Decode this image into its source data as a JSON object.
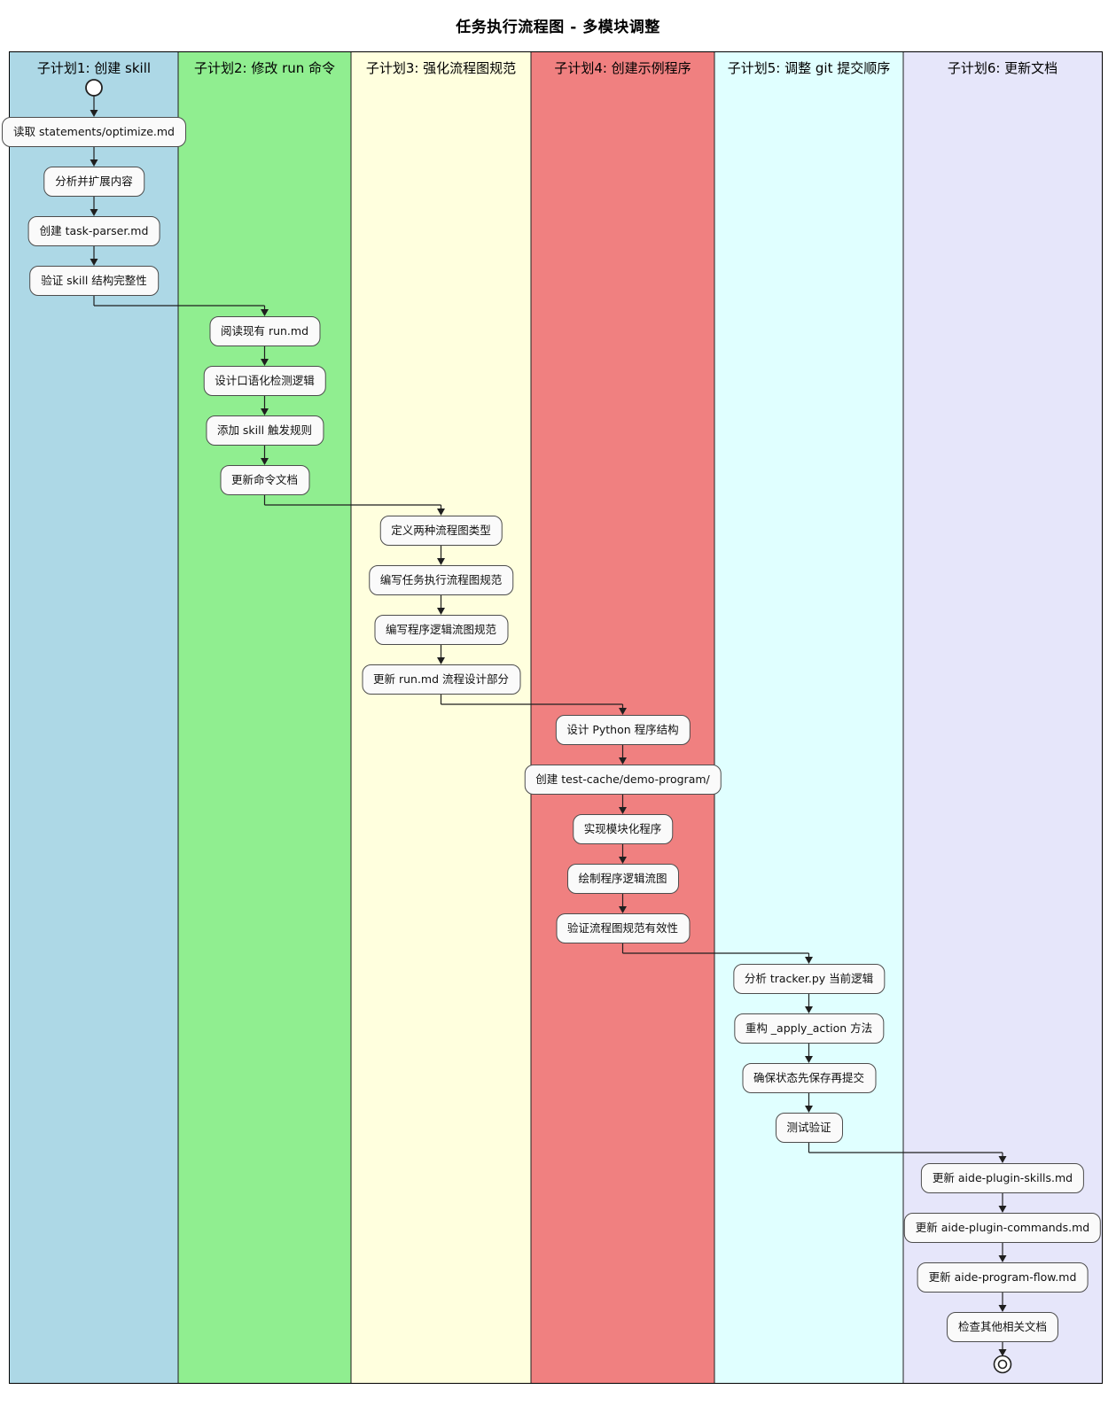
{
  "title": "任务执行流程图 - 多模块调整",
  "colors": {
    "node_bg": "#FAFAFA",
    "node_border": "#4d4d4d",
    "arrow": "#1f1f1f",
    "lane_divider": "#000000",
    "terminal_stroke": "#222222"
  },
  "diagram": {
    "type": "swimlane-activity-flowchart",
    "has_start_marker": true,
    "has_end_marker": true,
    "lanes": [
      {
        "label": "子计划1: 创建 skill",
        "color": "#ADD8E6",
        "steps": [
          "读取 statements/optimize.md",
          "分析并扩展内容",
          "创建 task-parser.md",
          "验证 skill 结构完整性"
        ]
      },
      {
        "label": "子计划2: 修改 run 命令",
        "color": "#90EE90",
        "steps": [
          "阅读现有 run.md",
          "设计口语化检测逻辑",
          "添加 skill 触发规则",
          "更新命令文档"
        ]
      },
      {
        "label": "子计划3: 强化流程图规范",
        "color": "#FFFFDE",
        "steps": [
          "定义两种流程图类型",
          "编写任务执行流程图规范",
          "编写程序逻辑流图规范",
          "更新 run.md 流程设计部分"
        ]
      },
      {
        "label": "子计划4: 创建示例程序",
        "color": "#F08080",
        "steps": [
          "设计 Python 程序结构",
          "创建 test-cache/demo-program/",
          "实现模块化程序",
          "绘制程序逻辑流图",
          "验证流程图规范有效性"
        ]
      },
      {
        "label": "子计划5: 调整 git 提交顺序",
        "color": "#E0FFFF",
        "steps": [
          "分析 tracker.py 当前逻辑",
          "重构 _apply_action 方法",
          "确保状态先保存再提交",
          "测试验证"
        ]
      },
      {
        "label": "子计划6: 更新文档",
        "color": "#E6E6FA",
        "steps": [
          "更新 aide-plugin-skills.md",
          "更新 aide-plugin-commands.md",
          "更新 aide-program-flow.md",
          "检查其他相关文档"
        ]
      }
    ]
  }
}
